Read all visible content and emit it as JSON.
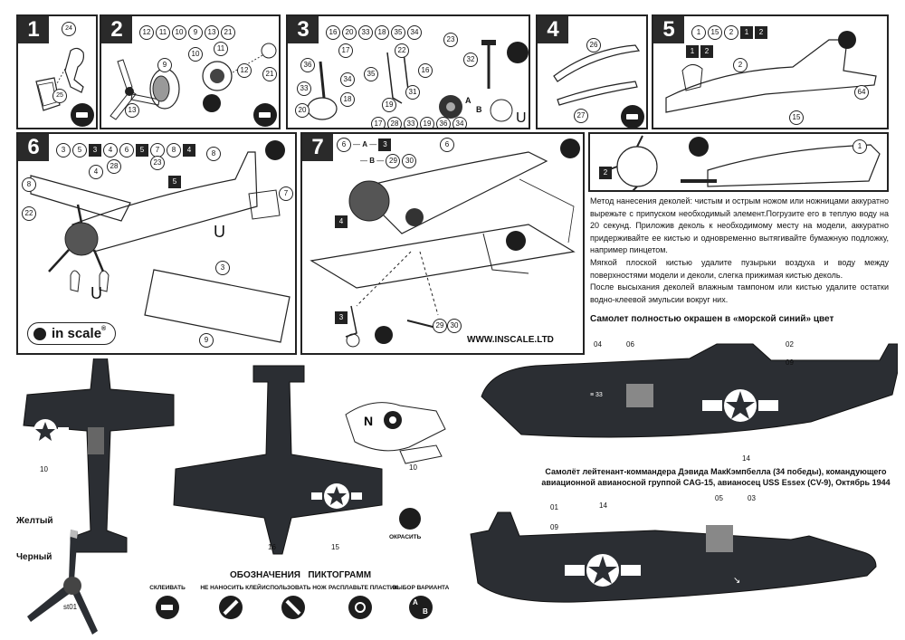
{
  "steps": [
    {
      "number": "1",
      "parts": []
    },
    {
      "number": "2",
      "parts": [
        "12",
        "11",
        "10",
        "9",
        "13",
        "21"
      ]
    },
    {
      "number": "3",
      "parts": [
        "16",
        "20",
        "33",
        "18",
        "35",
        "34"
      ]
    },
    {
      "number": "4",
      "parts": []
    },
    {
      "number": "5",
      "parts": [
        "1",
        "15",
        "2",
        "1",
        "2"
      ]
    },
    {
      "number": "6",
      "parts": [
        "3",
        "5",
        "3",
        "4",
        "6",
        "5",
        "7",
        "8",
        "4"
      ]
    },
    {
      "number": "7",
      "parts": []
    }
  ],
  "step1": {
    "callouts": [
      "24",
      "25"
    ]
  },
  "step2": {
    "callouts": [
      "9",
      "10",
      "11",
      "12",
      "13",
      "21"
    ]
  },
  "step3": {
    "callouts": [
      "17",
      "36",
      "20",
      "33",
      "18",
      "34",
      "35",
      "19",
      "22",
      "16",
      "32",
      "31",
      "23"
    ],
    "parts_bottom": [
      "17",
      "28",
      "33",
      "19",
      "36",
      "34"
    ],
    "letters": [
      "A",
      "B",
      "U"
    ]
  },
  "step4": {
    "callouts": [
      "26",
      "27"
    ]
  },
  "step5": {
    "callouts": [
      "2",
      "64",
      "15",
      "1",
      "2"
    ]
  },
  "step6": {
    "callouts": [
      "8",
      "4",
      "28",
      "23",
      "5",
      "8",
      "7",
      "22",
      "3",
      "9",
      "U",
      "U"
    ]
  },
  "step7": {
    "legend_a": "6",
    "legend_a_key": "A",
    "legend_a_val": "3",
    "legend_b_key": "B",
    "legend_b_vals": [
      "29",
      "30"
    ],
    "callouts": [
      "6",
      "4",
      "3",
      "29",
      "30"
    ]
  },
  "logo": {
    "text": "in scale",
    "reg": "®"
  },
  "website": "WWW.INSCALE.LTD",
  "instructions": {
    "p1": "Метод нанесения деколей: чистым и острым ножом или ножницами аккуратно вырежьте с припуском необходимый элемент.Погрузите его в теплую воду на 20 секунд. Приложив деколь к необходимому месту на модели, аккуратно придерживайте ее кистью и одновременно вытягивайте бумажную подложку, например пинцетом.",
    "p2": "Мягкой плоской кистью удалите пузырьки воздуха и воду между поверхностями модели и деколи, слегка прижимая кистью деколь.",
    "p3": "После высыхания деколей влажным тампоном или кистью удалите остатки водно-клеевой эмульсии вокруг них.",
    "heading": "Самолет полностью окрашен в «морской синий» цвет"
  },
  "profile_top": {
    "callouts": [
      "04",
      "06",
      "02",
      "09",
      "14"
    ]
  },
  "profile_caption": "Самолёт лейтенант-коммандера Дэвида МакКэмпбелла (34 победы), командующего авиационной авианосной группой CAG-15, авианосец USS Essex (CV-9), Октябрь 1944",
  "profile_bottom": {
    "callouts": [
      "01",
      "09",
      "14",
      "05",
      "03"
    ]
  },
  "plan_views": {
    "callouts": [
      "10",
      "10",
      "16",
      "15"
    ]
  },
  "propeller": {
    "yellow": "Желтый",
    "black": "Черный",
    "code": "st01"
  },
  "paint_label": "ОКРАСИТЬ",
  "legend": {
    "title": "ОБОЗНАЧЕНИЯ   ПИКТОГРАММ",
    "items": [
      "СКЛЕИВАТЬ",
      "НЕ НАНОСИТЬ КЛЕЙ",
      "ИСПОЛЬЗОВАТЬ НОЖ",
      "РАСПЛАВЬТЕ ПЛАСТИК",
      "ВЫБОР ВАРИАНТА"
    ]
  },
  "colors": {
    "navy": "#2b2e33",
    "ink": "#1d1d1d",
    "paper": "#ffffff"
  }
}
